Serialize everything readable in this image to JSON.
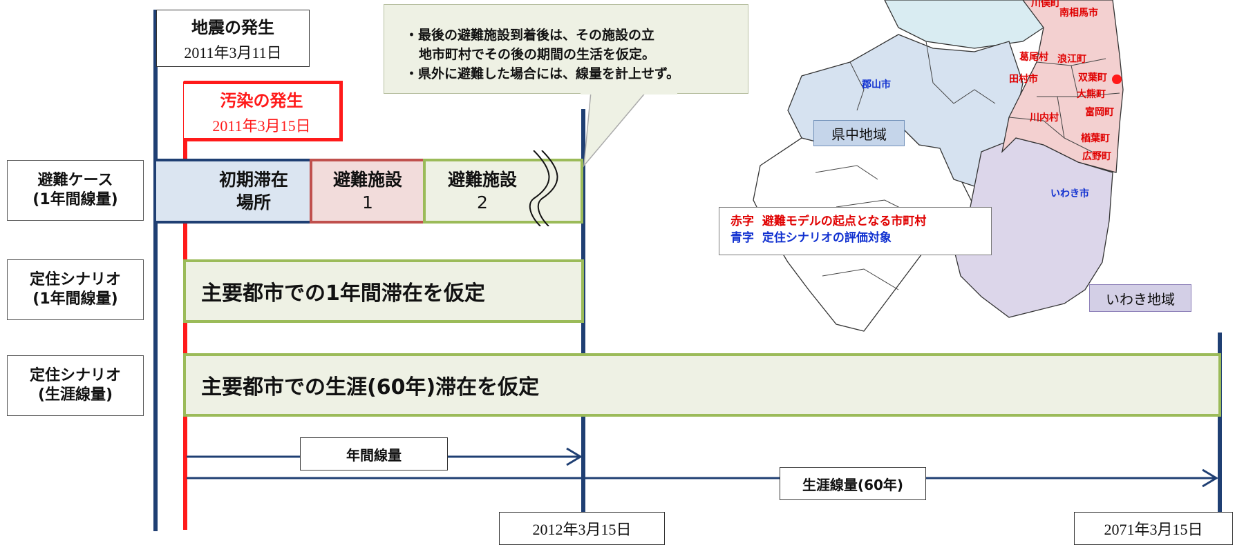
{
  "header": {
    "earthquake_title": "地震の発生",
    "earthquake_date": "2011年3月11日",
    "contamination_title": "汚染の発生",
    "contamination_date": "2011年3月15日"
  },
  "callout": {
    "line1": "・最後の避難施設到着後は、その施設の立",
    "line2": "地市町村でその後の期間の生活を仮定。",
    "line3": "・県外に避難した場合には、線量を計上せず。"
  },
  "rows": {
    "evac_case": {
      "line1": "避難ケース",
      "line2": "(1年間線量)"
    },
    "settle_1yr": {
      "line1": "定住シナリオ",
      "line2": "(1年間線量)"
    },
    "settle_life": {
      "line1": "定住シナリオ",
      "line2": "(生涯線量)"
    }
  },
  "evac_cells": [
    {
      "line1": "初期滞在",
      "line2": "場所"
    },
    {
      "line1": "避難施設",
      "line2": "1"
    },
    {
      "line1": "避難施設",
      "line2": "2"
    }
  ],
  "bars": {
    "one_year": "主要都市での1年間滞在を仮定",
    "lifetime": "主要都市での生涯(60年)滞在を仮定"
  },
  "arrows": {
    "annual_dose": "年間線量",
    "lifetime_dose": "生涯線量(60年)"
  },
  "dates": {
    "end_1yr": "2012年3月15日",
    "end_life": "2071年3月15日"
  },
  "map": {
    "regions": {
      "kenchu": "県中地域",
      "iwaki": "いわき地域"
    },
    "legend": {
      "red_prefix": "赤字",
      "red_text": "避難モデルの起点となる市町村",
      "blue_prefix": "青字",
      "blue_text": "定住シナリオの評価対象"
    },
    "places_red": [
      "川俣町",
      "南相馬市",
      "葛尾村",
      "浪江町",
      "双葉町",
      "大熊町",
      "田村市",
      "川内村",
      "富岡町",
      "楢葉町",
      "広野町"
    ],
    "places_blue": [
      "郡山市",
      "いわき市"
    ],
    "colors": {
      "red_area": "#f3d0d0",
      "blue_area": "#d6e2f0",
      "cyan_area": "#d9ecf2",
      "purple_area": "#dcd6ea"
    }
  },
  "colors": {
    "navy": "#1f3f73",
    "red": "#ff1a1a",
    "green": "#9bbb59",
    "green_fill": "#eef1e4",
    "blue_fill": "#dbe5f1",
    "pink_fill": "#f2dcdb"
  }
}
